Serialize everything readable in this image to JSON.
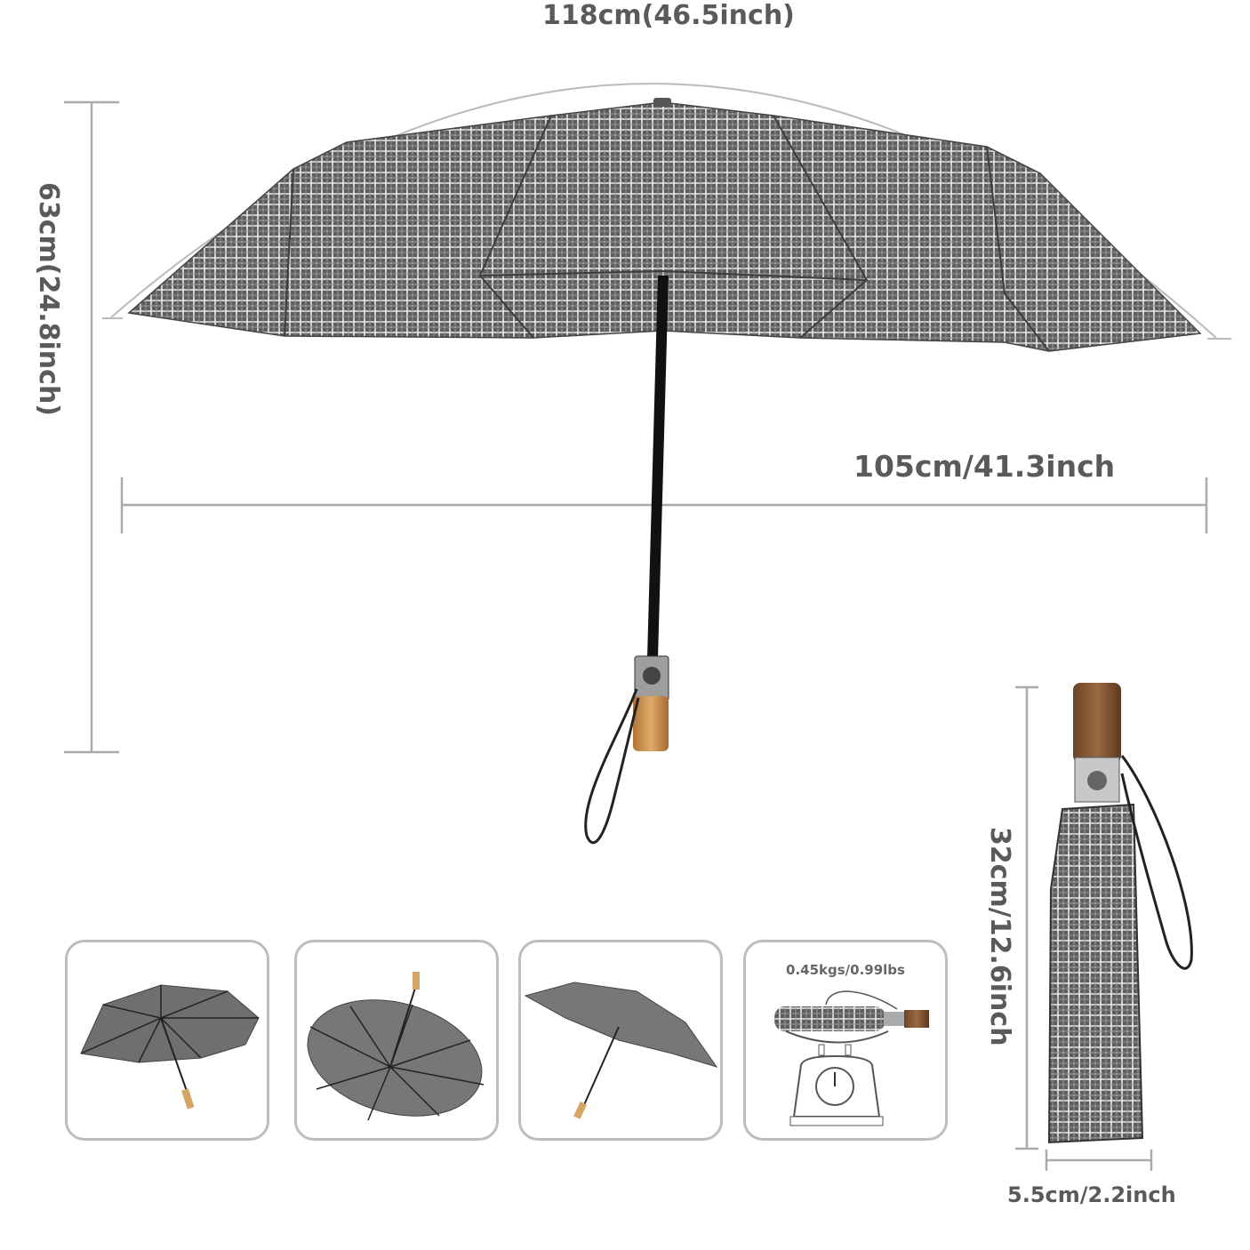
{
  "dimensions": {
    "arc_length": "118cm(46.5inch)",
    "open_height": "63cm(24.8inch)",
    "open_diameter": "105cm/41.3inch",
    "folded_length": "32cm/12.6inch",
    "folded_width": "5.5cm/2.2inch"
  },
  "cards": [
    {
      "icon": "open-umbrella-side-view"
    },
    {
      "icon": "open-umbrella-underside-view"
    },
    {
      "icon": "open-umbrella-tilted-view"
    },
    {
      "icon": "weighing-scale",
      "weight": "0.45kgs/0.99lbs"
    }
  ],
  "colors": {
    "label": "#5a5a5a",
    "canopy": "#6e6e6e",
    "handle_wood": "#c8904f",
    "card_border": "#bdbdbd"
  }
}
